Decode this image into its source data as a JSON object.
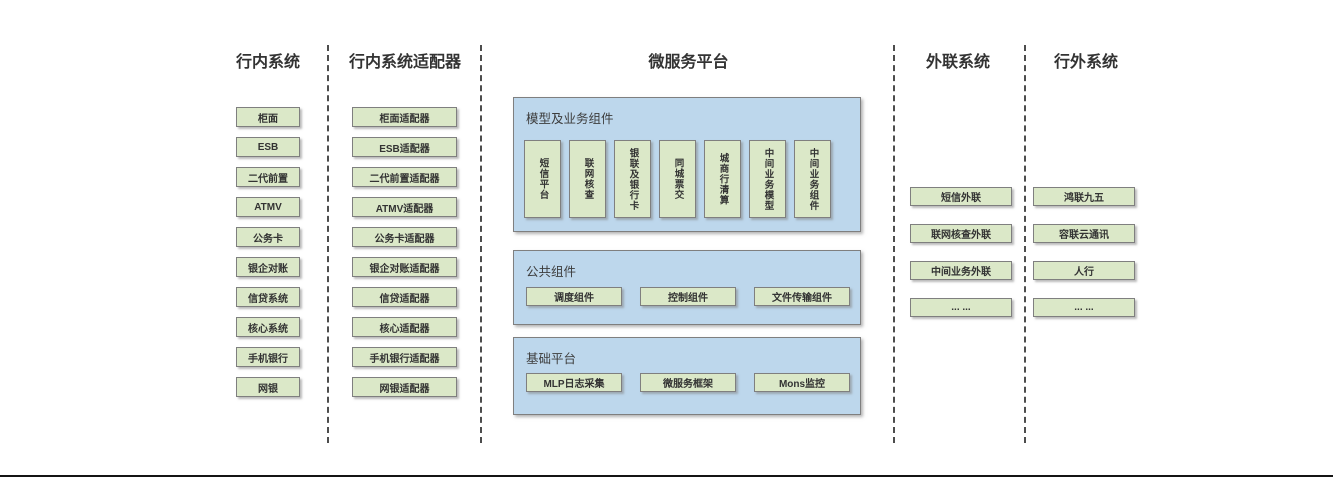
{
  "diagram": {
    "columns": [
      {
        "title": "行内系统",
        "items": [
          "柜面",
          "ESB",
          "二代前置",
          "ATMV",
          "公务卡",
          "银企对账",
          "信贷系统",
          "核心系统",
          "手机银行",
          "网银"
        ]
      },
      {
        "title": "行内系统适配器",
        "items": [
          "柜面适配器",
          "ESB适配器",
          "二代前置适配器",
          "ATMV适配器",
          "公务卡适配器",
          "银企对账适配器",
          "信贷适配器",
          "核心适配器",
          "手机银行适配器",
          "网银适配器"
        ]
      },
      {
        "title": "微服务平台"
      },
      {
        "title": "外联系统",
        "items": [
          "短信外联",
          "联网核查外联",
          "中间业务外联",
          "... ..."
        ]
      },
      {
        "title": "行外系统",
        "items": [
          "鸿联九五",
          "容联云通讯",
          "人行",
          "... ..."
        ]
      }
    ],
    "platform": {
      "panels": [
        {
          "title": "模型及业务组件",
          "items": [
            "短信平台",
            "联网核查",
            "银联及银行卡",
            "同城票交",
            "城商行清算",
            "中间业务模型",
            "中间业务组件"
          ]
        },
        {
          "title": "公共组件",
          "items": [
            "调度组件",
            "控制组件",
            "文件传输组件"
          ]
        },
        {
          "title": "基础平台",
          "items": [
            "MLP日志采集",
            "微服务框架",
            "Mons监控"
          ]
        }
      ]
    },
    "colors": {
      "box_fill": "#dbe8c8",
      "panel_fill": "#bdd7ec",
      "border": "#7f7f7f"
    }
  }
}
